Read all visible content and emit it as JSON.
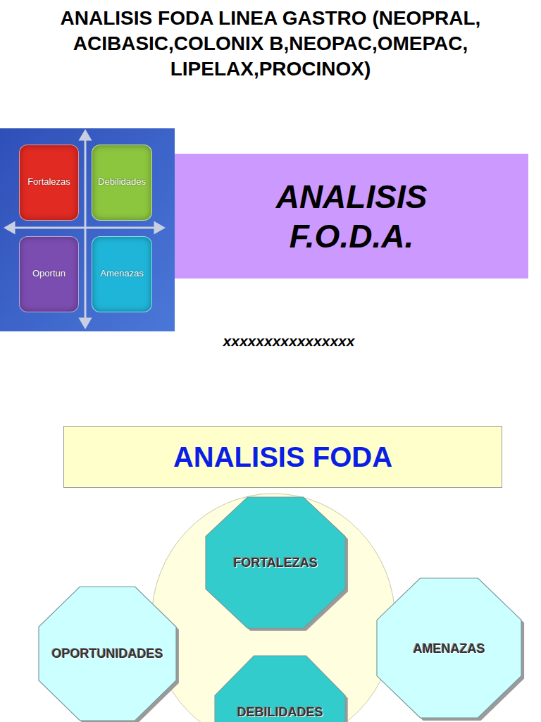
{
  "diagram": {
    "title": "ANALISIS FODA LINEA GASTRO (NEOPRAL, ACIBASIC,COLONIX B,NEOPAC,OMEPAC, LIPELAX,PROCINOX)",
    "nodes": [
      {
        "text": [
          "Fortalezas"
        ]
      },
      {
        "text": [
          "Debilidades"
        ]
      },
      {
        "text": [
          "Oportun"
        ]
      },
      {
        "text": [
          "Amenazas"
        ]
      },
      {
        "text": [
          "ANALISIS F.O.D.A."
        ]
      },
      {
        "text": [
          "ANALISIS FODA"
        ]
      },
      {
        "text": [
          "FORTALEZAS"
        ]
      },
      {
        "text": [
          "OPORTUNIDADES"
        ]
      },
      {
        "text": [
          "AMENAZAS"
        ]
      },
      {
        "text": [
          "DEBILIDADES"
        ]
      }
    ],
    "labels": [
      "xxxxxxxxxxxxxxxx"
    ]
  }
}
